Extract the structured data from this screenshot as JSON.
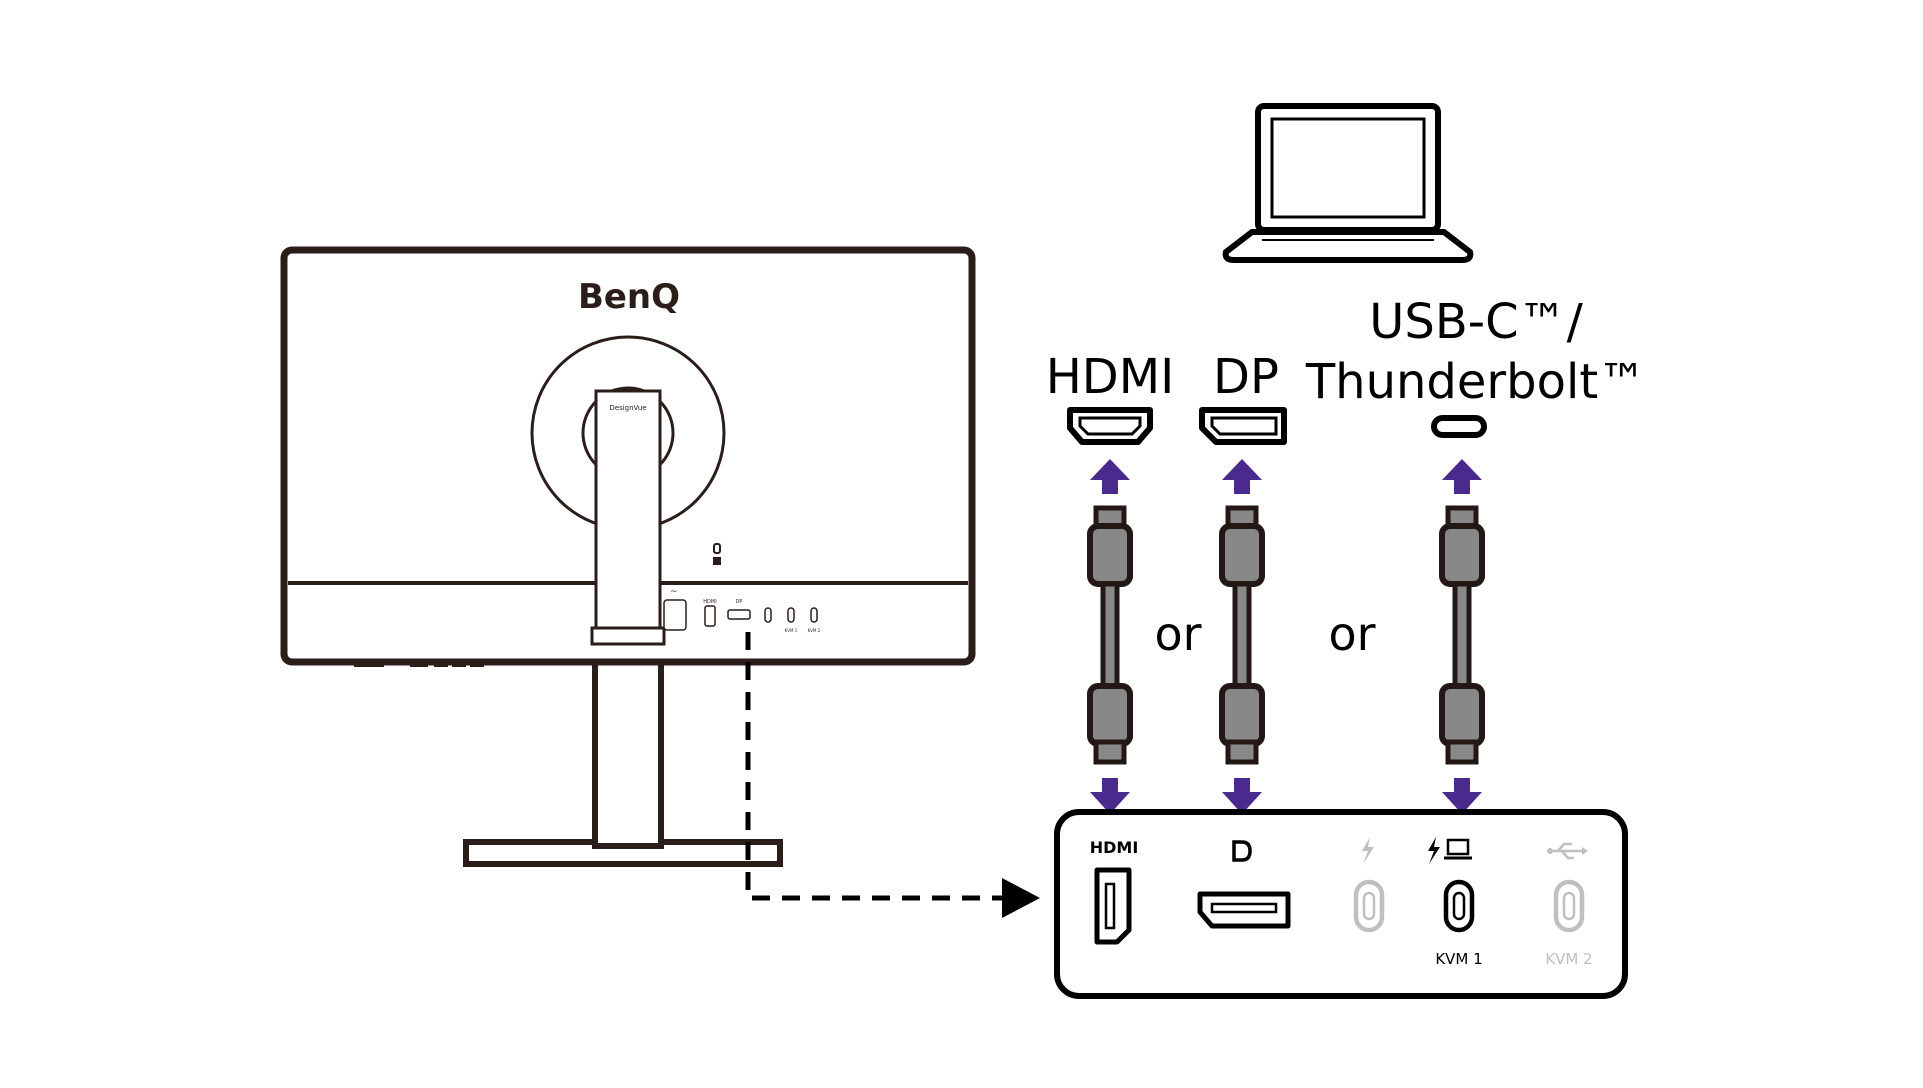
{
  "monitor": {
    "brand": "BenQ",
    "stand_label": "DesignVue",
    "mini_port_labels": [
      "HDMI",
      "DP",
      "KVM 1",
      "KVM 2"
    ]
  },
  "connections": {
    "hdmi_label": "HDMI",
    "dp_label": "DP",
    "usbc_label_line1": "USB-C™/",
    "usbc_label_line2": "Thunderbolt™",
    "or_1": "or",
    "or_2": "or"
  },
  "port_panel": {
    "hdmi_symbol": "HDMI",
    "kvm1_label": "KVM 1",
    "kvm2_label": "KVM 2"
  },
  "colors": {
    "outline": "#231815",
    "monitor_outline": "#2b1d1a",
    "arrow": "#4a2a8c",
    "cable_fill": "#888888",
    "inactive": "#bfbfbf"
  }
}
